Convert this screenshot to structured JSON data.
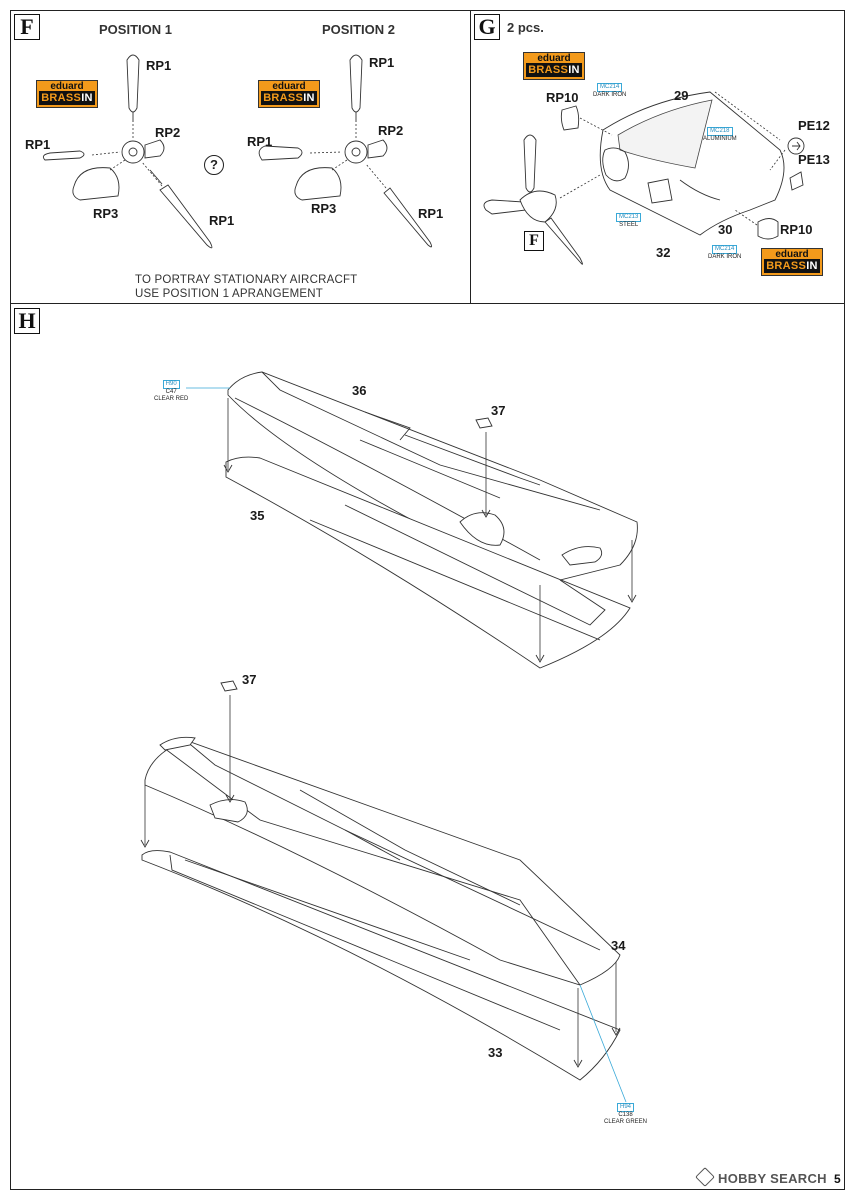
{
  "steps": {
    "F": {
      "box": "F",
      "position1": "POSITION 1",
      "position2": "POSITION 2",
      "brand_top": "eduard",
      "brand_left": "BRASS",
      "brand_right": "IN",
      "parts": {
        "rp1": "RP1",
        "rp2": "RP2",
        "rp3": "RP3"
      },
      "question": "?",
      "note_line1": "TO PORTRAY STATIONARY AIRCRACFT",
      "note_line2": "USE POSITION 1 APRANGEMENT"
    },
    "G": {
      "box": "G",
      "count": "2 pcs.",
      "ref_box": "F",
      "parts": {
        "p29": "29",
        "p30": "30",
        "p32": "32",
        "rp10": "RP10",
        "pe12": "PE12",
        "pe13": "PE13"
      },
      "paints": {
        "mc214a": {
          "code": "MC214",
          "name": "DARK IRON"
        },
        "mc218": {
          "code": "MC218",
          "name": "ALUMINIUM"
        },
        "mc213": {
          "code": "MC213",
          "name": "STEEL"
        },
        "mc214b": {
          "code": "MC214",
          "name": "DARK IRON"
        }
      }
    },
    "H": {
      "box": "H",
      "parts": {
        "p33": "33",
        "p34": "34",
        "p35": "35",
        "p36": "36",
        "p37a": "37",
        "p37b": "37"
      },
      "paints": {
        "h90": {
          "code": "H90",
          "code2": "C47",
          "name": "CLEAR RED"
        },
        "h94": {
          "code": "H94",
          "code2": "C138",
          "name": "CLEAR GREEN"
        }
      }
    }
  },
  "footer": {
    "watermark": "HOBBY SEARCH",
    "page": "5"
  },
  "colors": {
    "brass": "#f39a1b",
    "paint_code": "#39a9d8"
  }
}
